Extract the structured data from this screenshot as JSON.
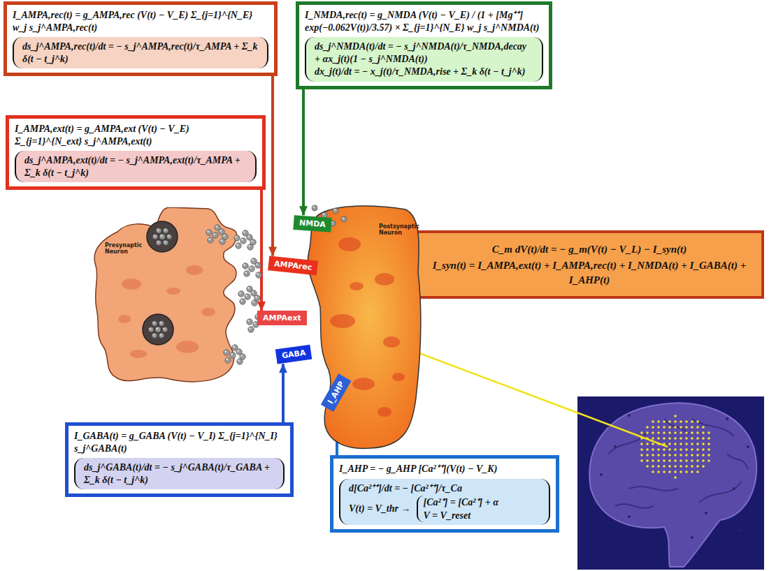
{
  "diagram": {
    "nodes": [
      {
        "text": [
          "I_AMPA,rec(t) = g_AMPA,rec (V(t) − V_E) Σ_{j=1}^{N_E} w_j s_j^AMPA,rec(t)",
          "ds_j^AMPA,rec(t)/dt = − s_j^AMPA,rec(t)/τ_AMPA + Σ_k δ(t − t_j^k)"
        ]
      },
      {
        "text": [
          "I_NMDA,rec(t) = g_NMDA (V(t) − V_E) / (1 + [Mg⁺⁺] exp(−0.062V(t))/3.57) × Σ_{j=1}^{N_E} w_j s_j^NMDA(t)",
          "ds_j^NMDA(t)/dt = − s_j^NMDA(t)/τ_NMDA,decay + αx_j(t)(1 − s_j^NMDA(t))",
          "dx_j(t)/dt = − x_j(t)/τ_NMDA,rise + Σ_k δ(t − t_j^k)"
        ]
      },
      {
        "text": [
          "I_AMPA,ext(t) = g_AMPA,ext (V(t) − V_E) Σ_{j=1}^{N_ext} s_j^AMPA,ext(t)",
          "ds_j^AMPA,ext(t)/dt = − s_j^AMPA,ext(t)/τ_AMPA + Σ_k δ(t − t_j^k)"
        ]
      },
      {
        "text": [
          "C_m dV(t)/dt = − g_m(V(t) − V_L) − I_syn(t)",
          "I_syn(t) = I_AMPA,ext(t) + I_AMPA,rec(t) + I_NMDA(t) + I_GABA(t) + I_AHP(t)"
        ]
      },
      {
        "text": [
          "I_GABA(t) = g_GABA (V(t) − V_I) Σ_{j=1}^{N_I} s_j^GABA(t)",
          "ds_j^GABA(t)/dt = − s_j^GABA(t)/τ_GABA + Σ_k δ(t − t_j^k)"
        ]
      },
      {
        "text": [
          "I_AHP = − g_AHP [Ca²⁺⁺](V(t) − V_K)",
          "d[Ca²⁺⁺]/dt = − [Ca²⁺⁺]/τ_Ca",
          "V(t) = V_thr →",
          "[Ca²⁺] = [Ca²⁺] + α",
          "V = V_reset"
        ]
      },
      {
        "text": [
          "Presynaptic Neuron"
        ]
      },
      {
        "text": [
          "Postsynaptic Neuron"
        ]
      },
      {
        "text": [
          "NMDA"
        ]
      },
      {
        "text": [
          "AMPArec"
        ]
      },
      {
        "text": [
          "AMPAext"
        ]
      },
      {
        "text": [
          "GABA"
        ]
      },
      {
        "text": [
          "I_AHP"
        ]
      }
    ],
    "edges": [
      {
        "from": 0,
        "to": 9,
        "arrow": "to"
      },
      {
        "from": 1,
        "to": 8,
        "arrow": "to"
      },
      {
        "from": 2,
        "to": 10,
        "arrow": "to"
      },
      {
        "from": 4,
        "to": 11,
        "arrow": "to"
      },
      {
        "from": 5,
        "to": 12,
        "arrow": "to"
      }
    ]
  }
}
